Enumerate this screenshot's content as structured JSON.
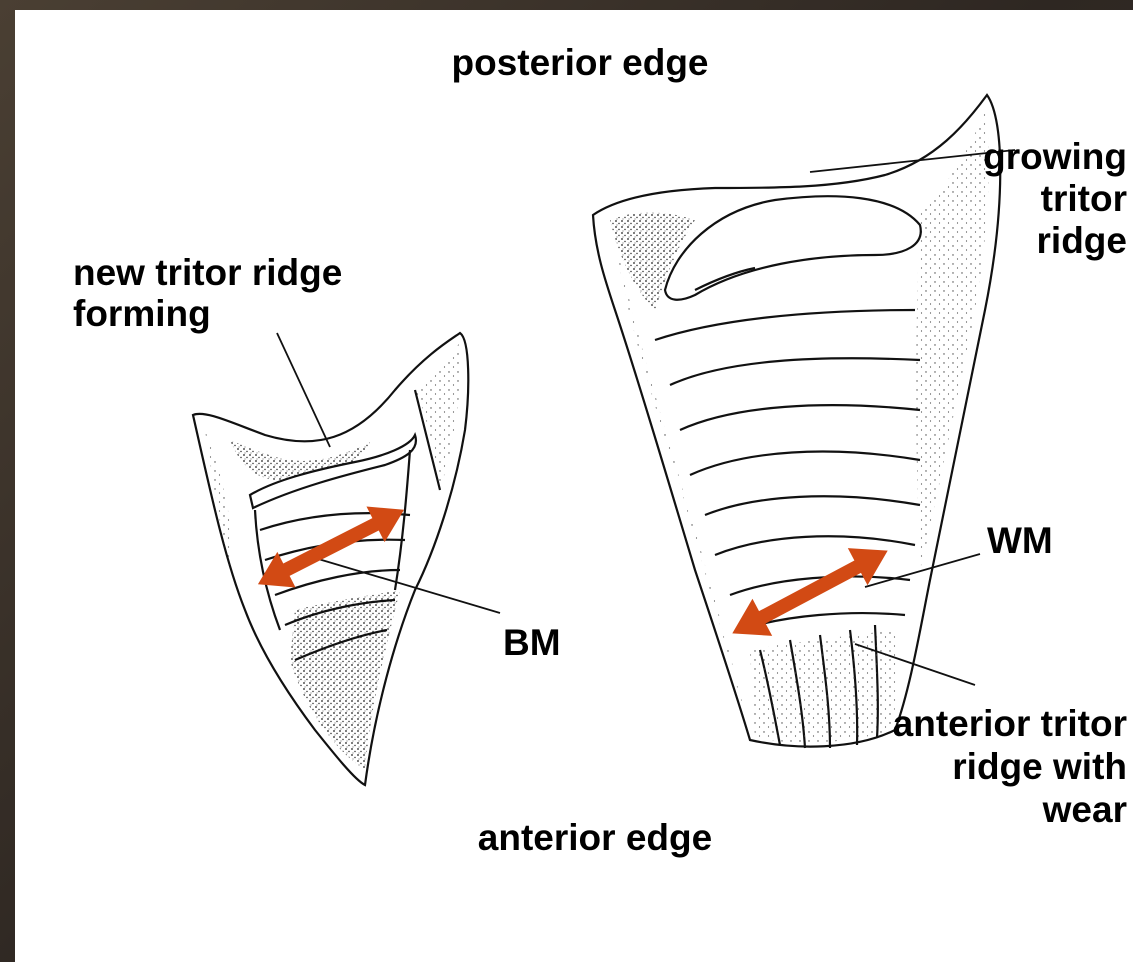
{
  "labels": {
    "posterior_edge": "posterior edge",
    "anterior_edge": "anterior edge",
    "new_tritor_ridge": "new tritor ridge",
    "forming": "forming",
    "growing": "growing",
    "tritor": "tritor",
    "ridge": "ridge",
    "bm": "BM",
    "wm": "WM",
    "anterior_tritor": "anterior tritor",
    "ridge_with": "ridge with",
    "wear": "wear"
  },
  "colors": {
    "arrow": "#d24a14",
    "ink": "#111111",
    "background": "#ffffff",
    "frame": "#3a3129"
  },
  "icons": {
    "small_plate": "tooth-plate-small-illustration",
    "large_plate": "tooth-plate-large-illustration",
    "arrow": "double-headed-arrow-icon"
  }
}
